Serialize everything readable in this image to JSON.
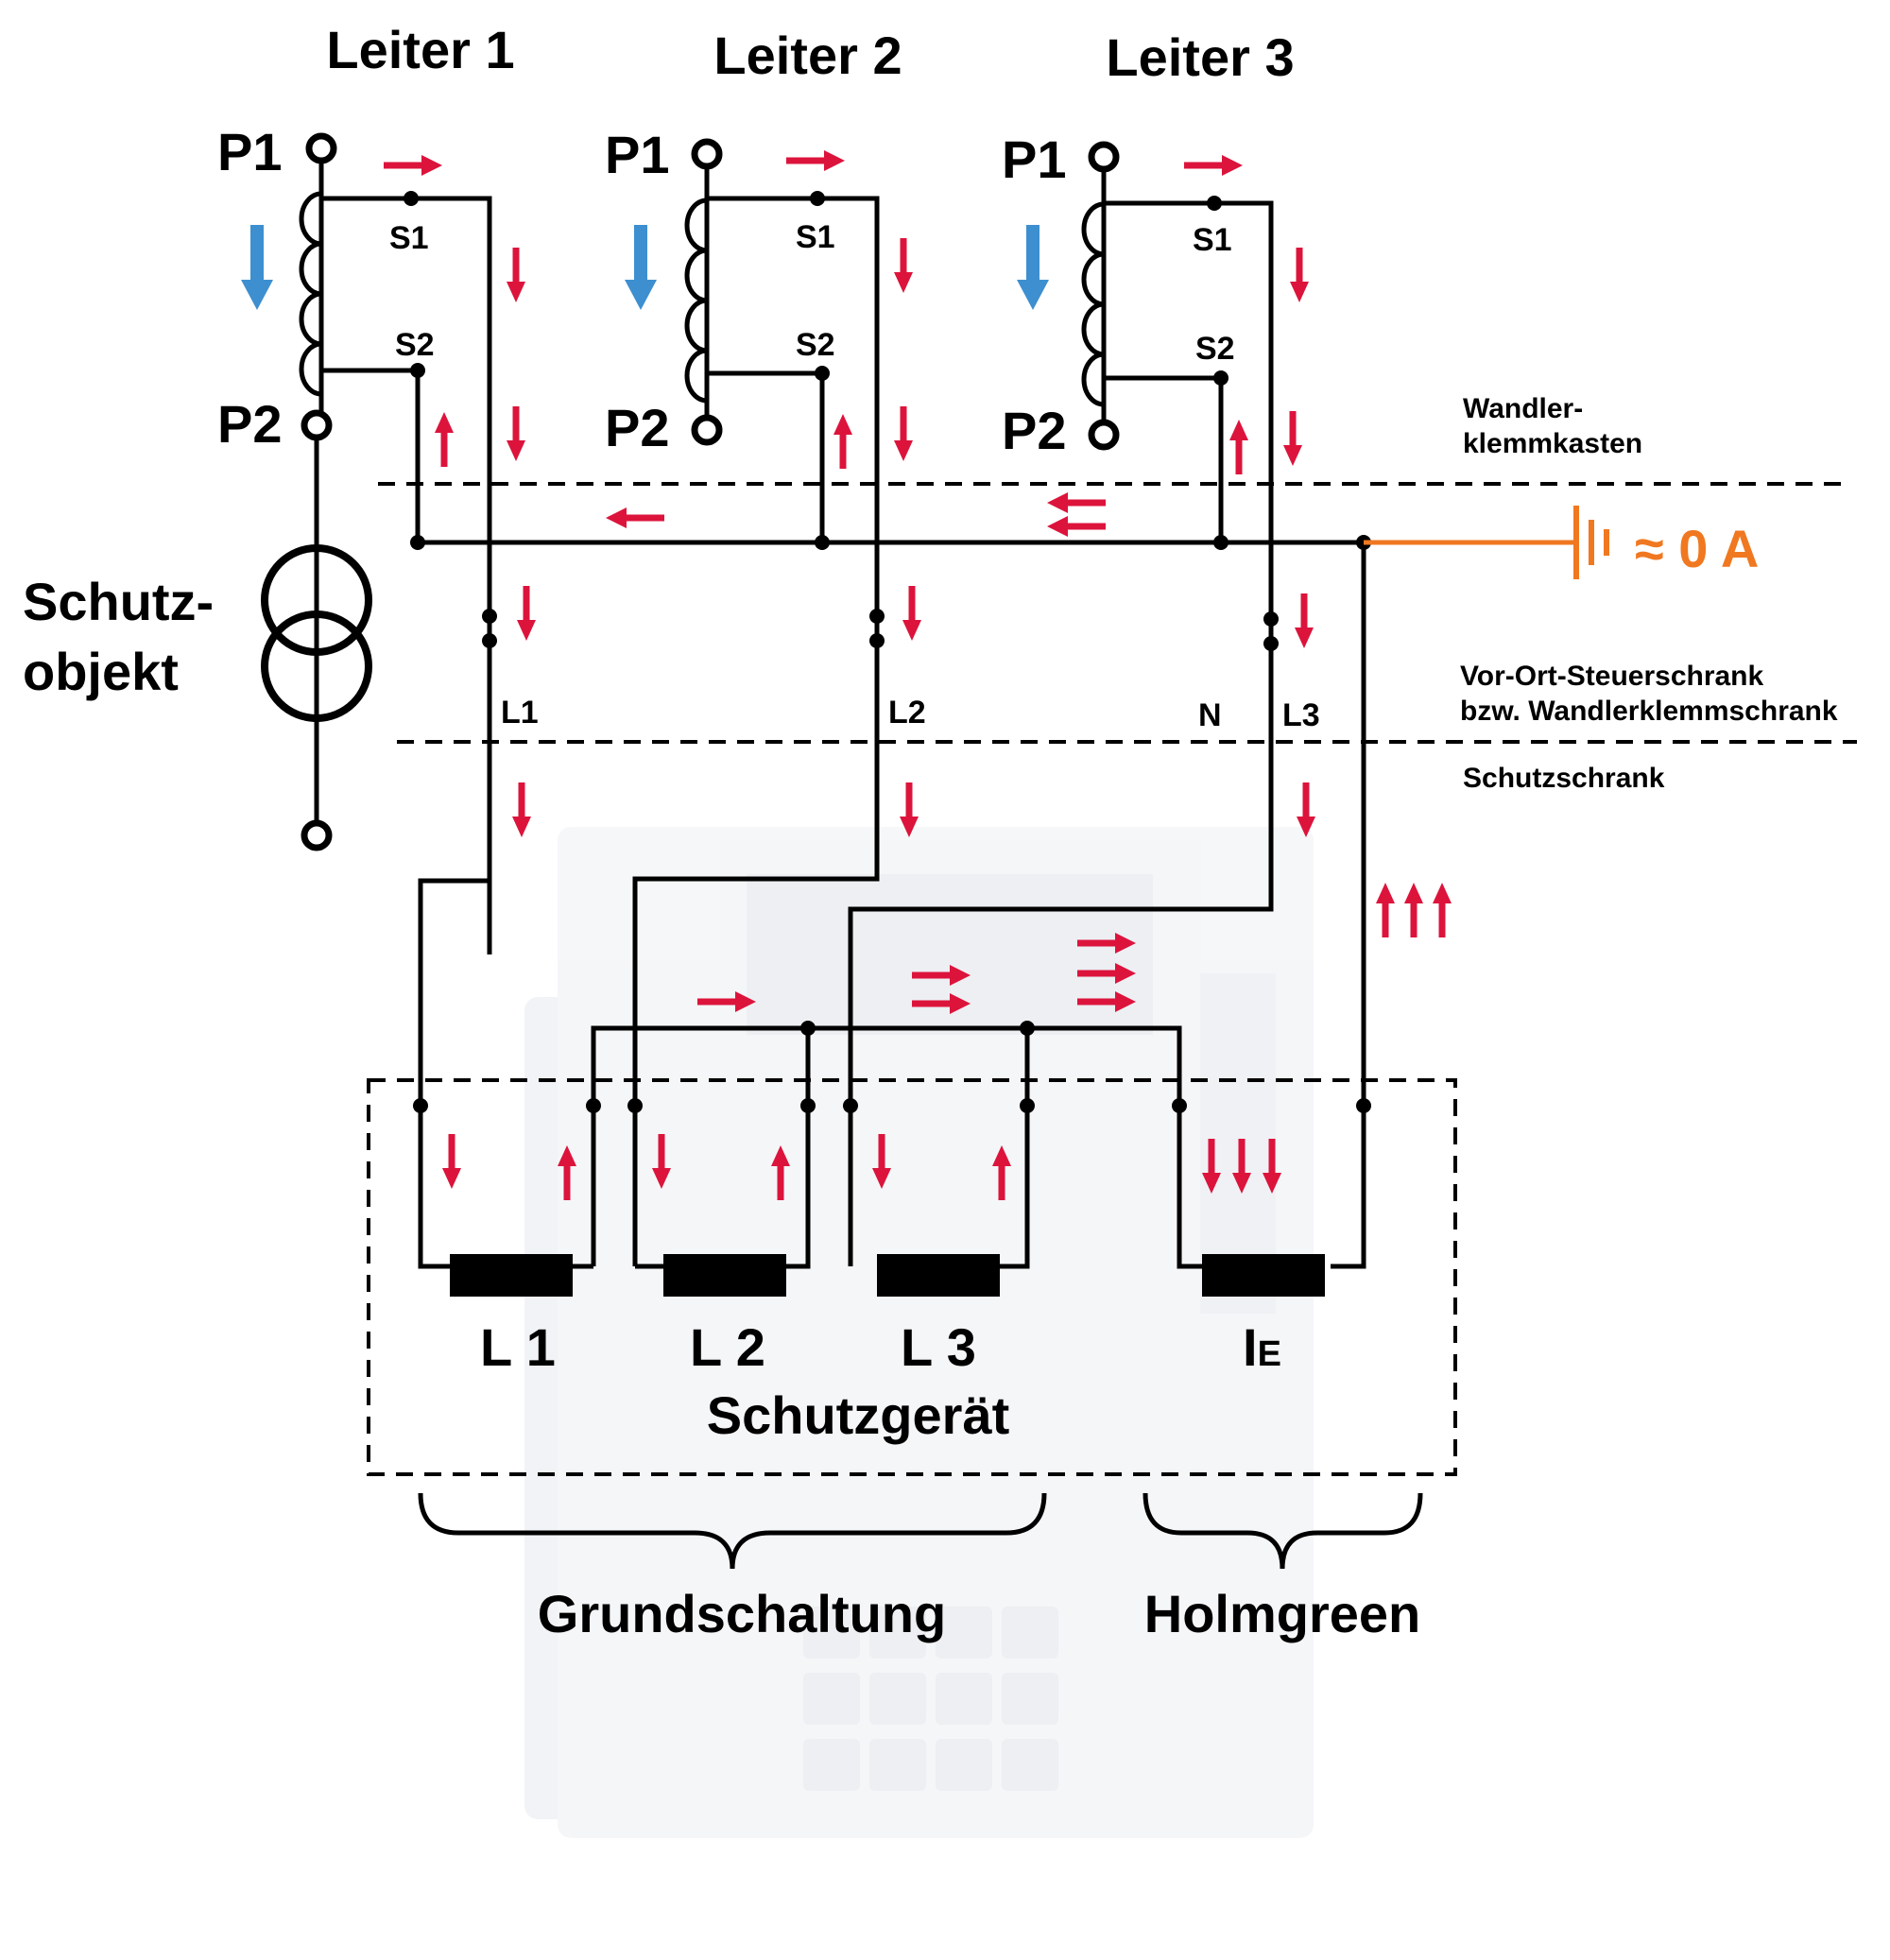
{
  "conductors": [
    "Leiter 1",
    "Leiter 2",
    "Leiter 3"
  ],
  "primary_terminals": {
    "p1": "P1",
    "p2": "P2"
  },
  "secondary_terminals": {
    "s1": "S1",
    "s2": "S2"
  },
  "protected_object": {
    "line1": "Schutz-",
    "line2": "objekt"
  },
  "zones": {
    "transformer_box_line1": "Wandler-",
    "transformer_box_line2": "klemmkasten",
    "local_cabinet_line1": "Vor-Ort-Steuerschrank",
    "local_cabinet_line2": "bzw. Wandlerklemmschrank",
    "protection_cabinet": "Schutzschrank"
  },
  "earth_current": "≈ 0 A",
  "wire_labels": {
    "l1": "L1",
    "l2": "L2",
    "n": "N",
    "l3": "L3"
  },
  "device": {
    "inputs": [
      "L 1",
      "L 2",
      "L 3"
    ],
    "earth_input_main": "I",
    "earth_input_sub": "E",
    "name": "Schutzgerät"
  },
  "groups": {
    "basic": "Grundschaltung",
    "holmgreen": "Holmgreen"
  },
  "colors": {
    "current_arrow": "#dc143c",
    "primary_arrow": "#3d8fd0",
    "earth": "#f07820",
    "wire": "#000000",
    "device_background": "#eef0f4"
  }
}
